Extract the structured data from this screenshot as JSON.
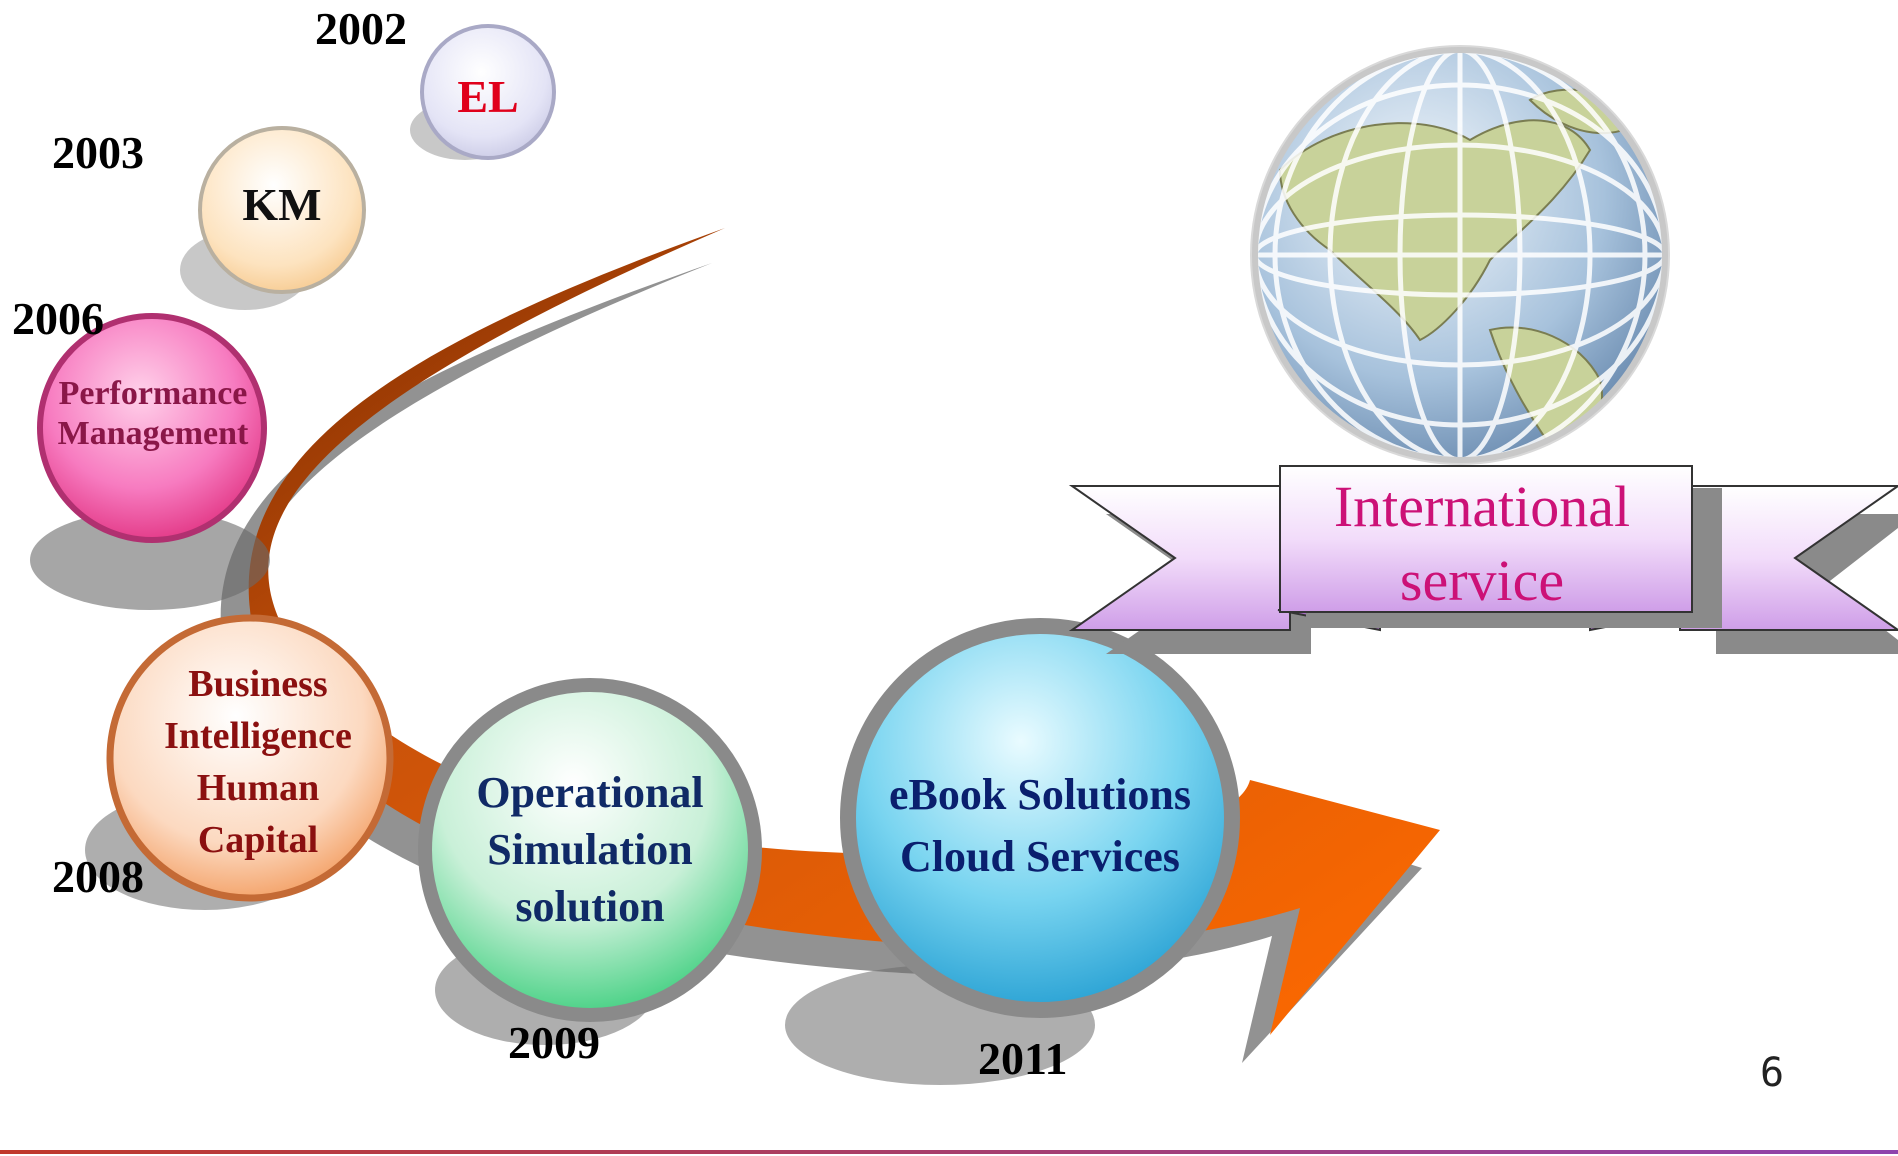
{
  "milestones": [
    {
      "year": "2002",
      "lines": [
        "EL"
      ],
      "text_color": "#e0001b"
    },
    {
      "year": "2003",
      "lines": [
        "KM"
      ],
      "text_color": "#111111"
    },
    {
      "year": "2006",
      "lines": [
        "Performance",
        "Management"
      ],
      "text_color": "#8a1748"
    },
    {
      "year": "2008",
      "lines": [
        "Business",
        "Intelligence",
        "Human",
        "Capital"
      ],
      "text_color": "#8b1010"
    },
    {
      "year": "2009",
      "lines": [
        "Operational",
        "Simulation",
        "solution"
      ],
      "text_color": "#102a66"
    },
    {
      "year": "2011",
      "lines": [
        "eBook Solutions",
        "Cloud Services"
      ],
      "text_color": "#0a1f6e"
    }
  ],
  "banner": {
    "lines": [
      "International",
      "service"
    ],
    "text_color": "#cc1177"
  },
  "globe": {
    "icon": "globe-icon"
  },
  "page_number": "6",
  "colors": {
    "arrow": "#e2630b",
    "arrow_dark": "#7a2a00",
    "banner_fill": "#e6c2f2",
    "bottom_rule": "#b03050"
  }
}
